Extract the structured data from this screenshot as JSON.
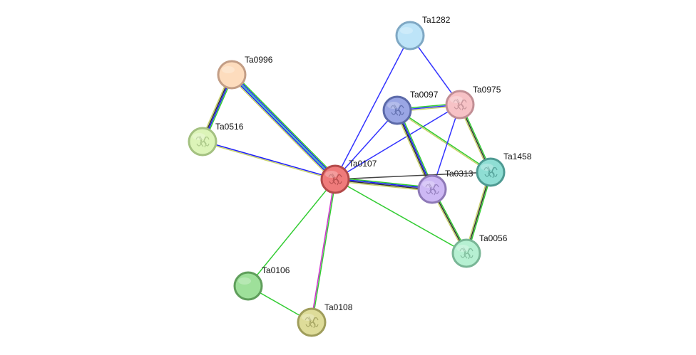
{
  "network": {
    "nodes": [
      {
        "id": "Ta1282",
        "label": "Ta1282",
        "color": "#bde4f8",
        "border": "#7fa8c4",
        "has_structure": false
      },
      {
        "id": "Ta0996",
        "label": "Ta0996",
        "color": "#fddcbd",
        "border": "#c39e86",
        "has_structure": false
      },
      {
        "id": "Ta0097",
        "label": "Ta0097",
        "color": "#9aa6e4",
        "border": "#5c6aa9",
        "has_structure": true
      },
      {
        "id": "Ta0975",
        "label": "Ta0975",
        "color": "#f7c2c6",
        "border": "#c28f95",
        "has_structure": true
      },
      {
        "id": "Ta0516",
        "label": "Ta0516",
        "color": "#dcf4b8",
        "border": "#a4c181",
        "has_structure": true
      },
      {
        "id": "Ta1458",
        "label": "Ta1458",
        "color": "#8fded4",
        "border": "#4e9a92",
        "has_structure": true
      },
      {
        "id": "Ta0107",
        "label": "Ta0107",
        "color": "#ef7b7b",
        "border": "#b34a4a",
        "has_structure": true
      },
      {
        "id": "Ta0313",
        "label": "Ta0313",
        "color": "#cdb8f4",
        "border": "#8e79b7",
        "has_structure": true
      },
      {
        "id": "Ta0056",
        "label": "Ta0056",
        "color": "#b6f0d2",
        "border": "#79b696",
        "has_structure": true
      },
      {
        "id": "Ta0106",
        "label": "Ta0106",
        "color": "#9ee09a",
        "border": "#5f9e5b",
        "has_structure": false
      },
      {
        "id": "Ta0108",
        "label": "Ta0108",
        "color": "#dedc99",
        "border": "#9f9d5b",
        "has_structure": true
      }
    ],
    "edges": [
      {
        "from": "Ta0996",
        "to": "Ta0107",
        "colors": [
          "#33cc33",
          "#1a1aff",
          "#33cc99",
          "#1a1aff",
          "#c8d26b"
        ]
      },
      {
        "from": "Ta0996",
        "to": "Ta0516",
        "colors": [
          "#33cc33",
          "#1a1aff",
          "#303030",
          "#c8d26b"
        ]
      },
      {
        "from": "Ta0516",
        "to": "Ta0107",
        "colors": [
          "#1a1aff",
          "#c8d26b"
        ]
      },
      {
        "from": "Ta1282",
        "to": "Ta0107",
        "colors": [
          "#3333ff"
        ]
      },
      {
        "from": "Ta1282",
        "to": "Ta0975",
        "colors": [
          "#3333ff"
        ]
      },
      {
        "from": "Ta0097",
        "to": "Ta0107",
        "colors": [
          "#3333ff"
        ]
      },
      {
        "from": "Ta0975",
        "to": "Ta0107",
        "colors": [
          "#3333ff"
        ]
      },
      {
        "from": "Ta0097",
        "to": "Ta0975",
        "colors": [
          "#33cc33",
          "#3333ff",
          "#c8d26b"
        ]
      },
      {
        "from": "Ta0097",
        "to": "Ta0313",
        "colors": [
          "#33cc33",
          "#1a1aff",
          "#303030",
          "#c8d26b"
        ]
      },
      {
        "from": "Ta0097",
        "to": "Ta1458",
        "colors": [
          "#33cc33",
          "#c8d26b"
        ]
      },
      {
        "from": "Ta0975",
        "to": "Ta1458",
        "colors": [
          "#33cc33",
          "#303030",
          "#c8d26b"
        ]
      },
      {
        "from": "Ta0975",
        "to": "Ta0313",
        "colors": [
          "#3333ff"
        ]
      },
      {
        "from": "Ta0107",
        "to": "Ta1458",
        "colors": [
          "#444444"
        ]
      },
      {
        "from": "Ta0107",
        "to": "Ta0313",
        "colors": [
          "#33cc33",
          "#1a1aff",
          "#303030",
          "#c8d26b"
        ]
      },
      {
        "from": "Ta0107",
        "to": "Ta0056",
        "colors": [
          "#33cc33"
        ]
      },
      {
        "from": "Ta0107",
        "to": "Ta0106",
        "colors": [
          "#33cc33"
        ]
      },
      {
        "from": "Ta0107",
        "to": "Ta0108",
        "colors": [
          "#33cc33",
          "#cc33cc"
        ]
      },
      {
        "from": "Ta0106",
        "to": "Ta0108",
        "colors": [
          "#33cc33"
        ]
      },
      {
        "from": "Ta0313",
        "to": "Ta0056",
        "colors": [
          "#33cc33",
          "#303030",
          "#c8d26b"
        ]
      },
      {
        "from": "Ta1458",
        "to": "Ta0056",
        "colors": [
          "#33cc33",
          "#303030",
          "#c8d26b"
        ]
      }
    ]
  }
}
